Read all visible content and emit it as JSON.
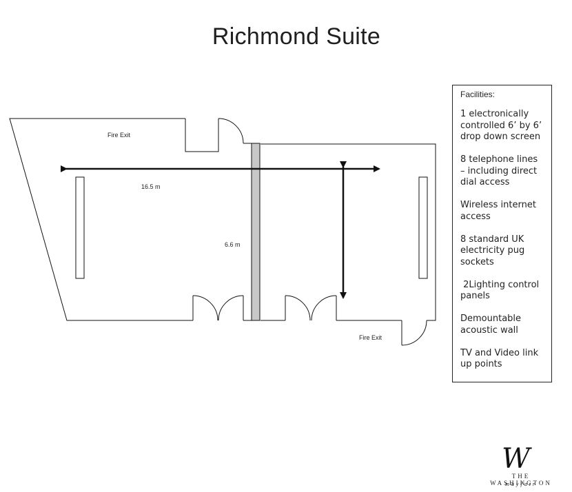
{
  "page": {
    "title": "Richmond Suite"
  },
  "plan": {
    "fire_exit_1": "Fire Exit",
    "fire_exit_2": "Fire Exit",
    "length_label": "16.5 m",
    "width_label": "6.6 m"
  },
  "facilities": {
    "heading": "Facilities:",
    "items": [
      "1 electronically controlled 6’ by 6’ drop down screen",
      "8 telephone lines – including direct dial access",
      "Wireless internet access",
      "8 standard UK electricity pug sockets",
      " 2Lighting control panels",
      "Demountable acoustic wall",
      "TV and Video link up points"
    ]
  },
  "branding": {
    "monogram": "W",
    "name": "THE WASHINGTON",
    "sub": "mayfair"
  }
}
